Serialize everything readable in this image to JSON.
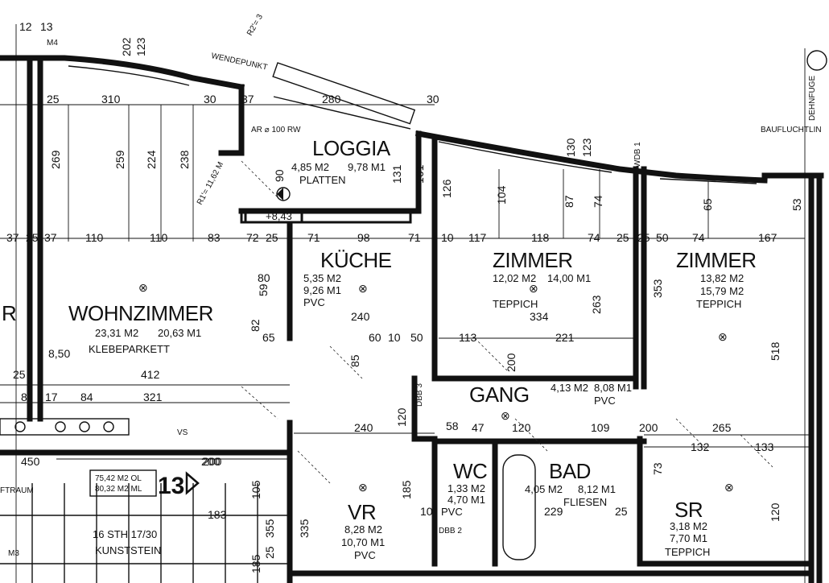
{
  "rooms": {
    "loggia": {
      "name": "LOGGIA",
      "area": "4,85 M2",
      "perimeter": "9,78 M1",
      "floor": "PLATTEN"
    },
    "kueche": {
      "name": "KÜCHE",
      "area": "5,35 M2",
      "perimeter": "9,26 M1",
      "floor": "PVC"
    },
    "wohnzimmer": {
      "name": "WOHNZIMMER",
      "area": "23,31 M2",
      "perimeter": "20,63 M1",
      "floor": "KLEBEPARKETT"
    },
    "zimmer1": {
      "name": "ZIMMER",
      "area": "12,02 M2",
      "perimeter": "14,00 M1",
      "floor": "TEPPICH"
    },
    "zimmer2": {
      "name": "ZIMMER",
      "area": "13,82 M2",
      "perimeter": "15,79 M2",
      "floor": "TEPPICH"
    },
    "gang": {
      "name": "GANG",
      "area": "4,13 M2",
      "perimeter": "8,08 M1",
      "floor": "PVC"
    },
    "wc": {
      "name": "WC",
      "area": "1,33 M2",
      "perimeter": "4,70 M1",
      "floor": "PVC"
    },
    "bad": {
      "name": "BAD",
      "area": "4,05 M2",
      "perimeter": "8,12 M1",
      "floor": "FLIESEN"
    },
    "vr": {
      "name": "VR",
      "area": "8,28 M2",
      "perimeter": "10,70 M1",
      "floor": "PVC"
    },
    "sr": {
      "name": "SR",
      "area": "3,18 M2",
      "perimeter": "7,70 M1",
      "floor": "TEPPICH"
    }
  },
  "unit": {
    "total_area": "75,42 M2 OL",
    "total_perimeter": "80,32 M2 ML",
    "number": "13"
  },
  "stairs": {
    "label": "16 STH 17/30",
    "material": "KUNSTSTEIN"
  },
  "annotations": {
    "wendepunkt": "WENDEPUNKT",
    "baufluchtlinie": "BAUFLUCHTLIN",
    "dehnfuge": "DEHNFUGE",
    "level": "+8,43",
    "raum": "FTRAUM",
    "radius1": "R1'= 11,62 M",
    "radius2": "R2'= 3",
    "ar": "AR ⌀ 100 RW",
    "wdb": "WDB 1",
    "vs": "VS",
    "m4": "M4",
    "m3": "M3",
    "dbb": "DBB 2",
    "dbb3": "DBB 3",
    "r_left": "R"
  },
  "dims_top": [
    "12",
    "13",
    "25",
    "310",
    "30",
    "37",
    "280",
    "30",
    "269",
    "259",
    "224",
    "238",
    "161",
    "131",
    "126",
    "104",
    "87",
    "74",
    "65",
    "53",
    "123",
    "130",
    "202",
    "123"
  ],
  "dims_row": [
    "37",
    "25",
    "37",
    "110",
    "110",
    "83",
    "72",
    "25",
    "71",
    "98",
    "71",
    "10",
    "117",
    "118",
    "74",
    "25",
    "25",
    "50",
    "74",
    "167"
  ],
  "dims_mid": [
    "8,50",
    "412",
    "321",
    "84",
    "240",
    "221",
    "334",
    "263",
    "353",
    "518",
    "240",
    "200",
    "185",
    "265",
    "132",
    "133",
    "229",
    "120",
    "73",
    "25",
    "10",
    "47",
    "58",
    "120",
    "109",
    "200",
    "183",
    "450",
    "200",
    "105",
    "335",
    "185",
    "355",
    "25",
    "85",
    "60",
    "10",
    "50",
    "120",
    "113",
    "200",
    "17",
    "8",
    "25",
    "59",
    "82",
    "65",
    "80",
    "90"
  ]
}
